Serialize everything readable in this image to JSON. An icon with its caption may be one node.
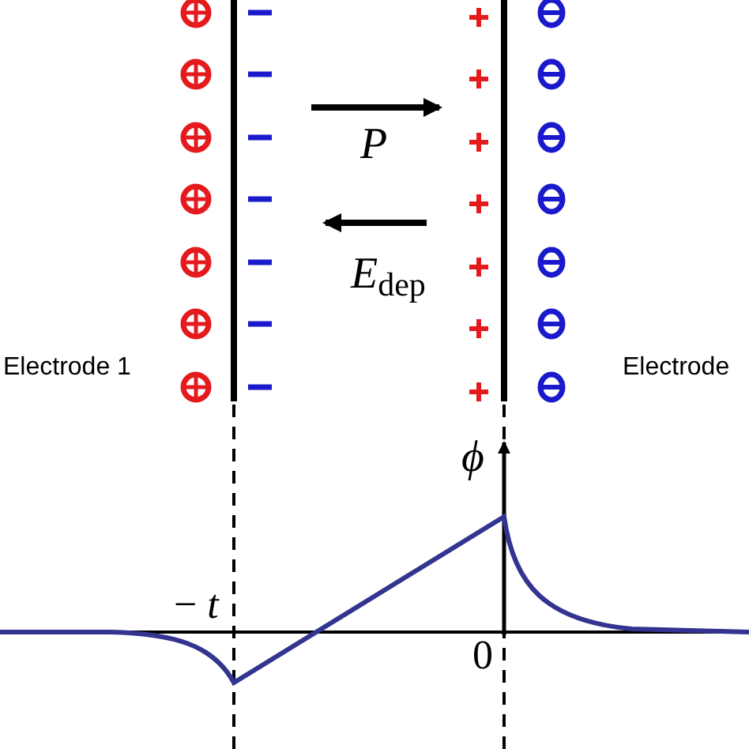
{
  "diagram": {
    "labels": [
      "P",
      "*E*$_{dep}$",
      "Electrode 1",
      "Electrode",
      "ϕ",
      "− *t*",
      "0"
    ]
  }
}
